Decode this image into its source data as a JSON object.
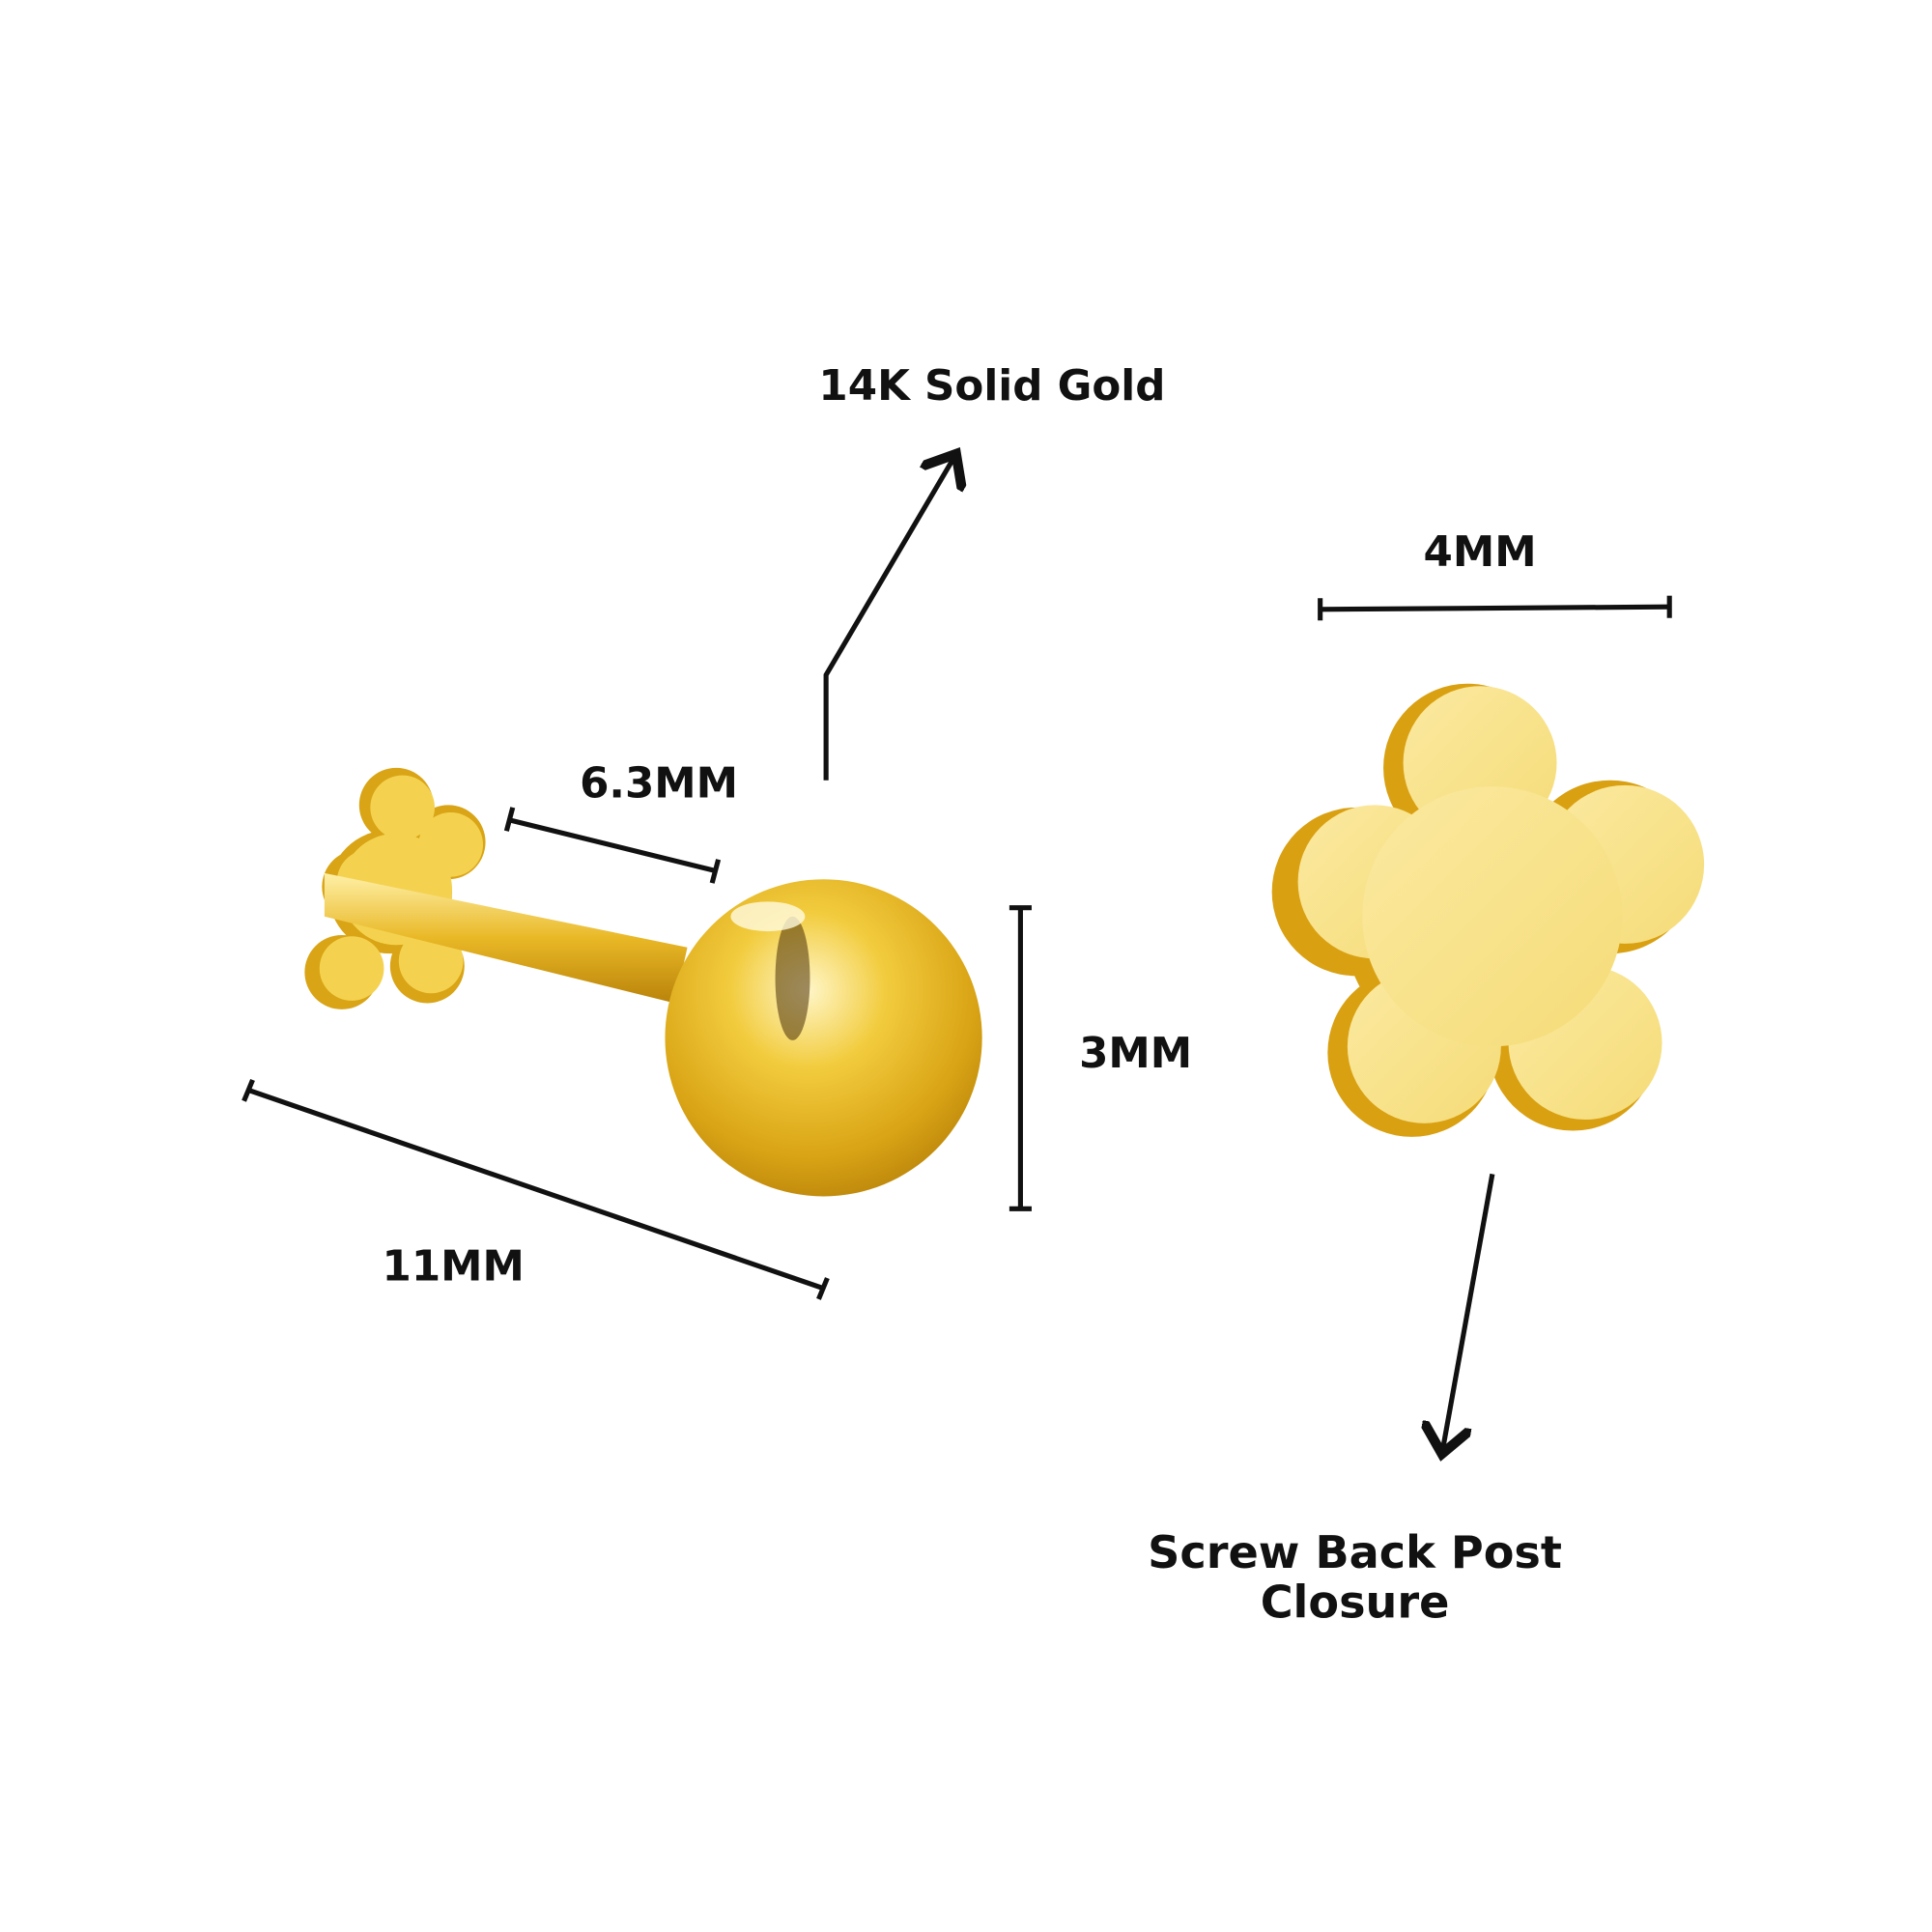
{
  "labels": {
    "material": "14K Solid Gold",
    "bar_length": "6.3MM",
    "total_length": "11MM",
    "ball_size": "3MM",
    "flower_width": "4MM",
    "closure_line1": "Screw Back Post",
    "closure_line2": "Closure"
  },
  "colors": {
    "gold_light": "#fbe9a0",
    "gold_mid": "#f1cf52",
    "gold_dark": "#c8940f",
    "line": "#111111"
  }
}
